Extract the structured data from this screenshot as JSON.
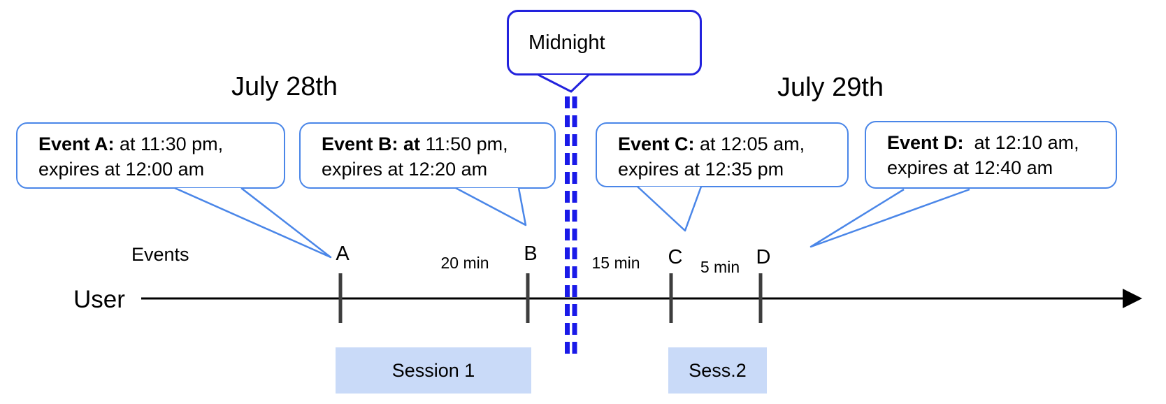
{
  "diagram": {
    "dates": {
      "left": "July 28th",
      "right": "July 29th"
    },
    "midnight": {
      "label": "Midnight"
    },
    "axis": {
      "events_label": "Events",
      "user_label": "User"
    },
    "callouts": [
      {
        "id": "A",
        "title": "Event A:",
        "line1": " at 11:30 pm,",
        "line2": "expires at 12:00 am"
      },
      {
        "id": "B",
        "title": "Event B: at",
        "line1": " 11:50 pm,",
        "line2": "expires at 12:20 am"
      },
      {
        "id": "C",
        "title": "Event C:",
        "line1": " at 12:05 am,",
        "line2": "expires at 12:35 pm"
      },
      {
        "id": "D",
        "title": "Event D:",
        "line1": "  at 12:10 am,",
        "line2": "expires at 12:40 am"
      }
    ],
    "ticks": [
      "A",
      "B",
      "C",
      "D"
    ],
    "intervals": [
      "20 min",
      "15 min",
      "5 min"
    ],
    "sessions": [
      {
        "label": "Session 1"
      },
      {
        "label": "Sess.2"
      }
    ],
    "colors": {
      "callout_border": "#4a86e8",
      "midnight_blue": "#2222dd",
      "dashed_line_blue": "#1a1ae8",
      "session_fill": "#c9daf8",
      "axis_black": "#000000",
      "tick_gray": "#3d3d3d"
    }
  }
}
